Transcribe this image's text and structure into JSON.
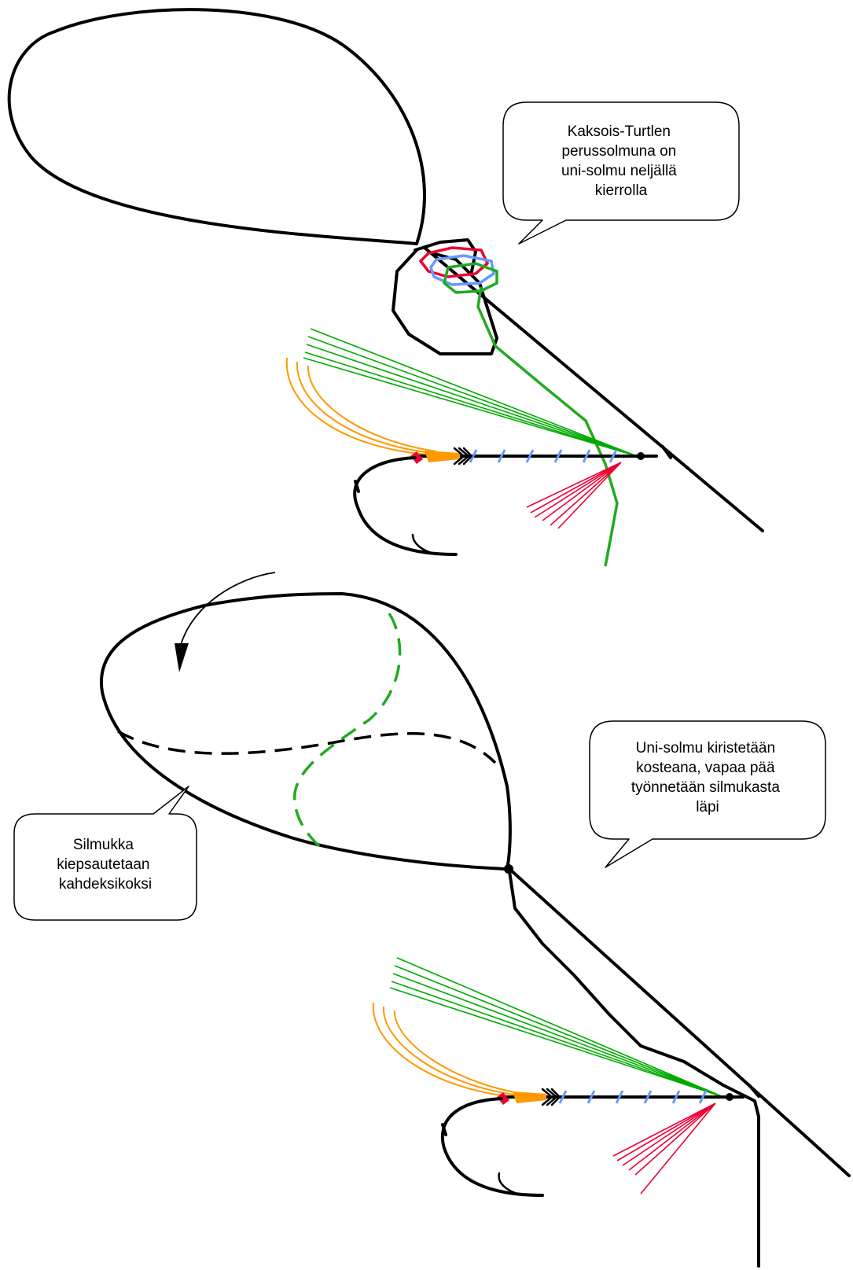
{
  "callouts": {
    "top": [
      "Kaksois-Turtlen",
      "perussolmuna on",
      "uni-solmu neljällä",
      "kierrolla"
    ],
    "right": [
      "Uni-solmu kiristetään",
      "kosteana, vapaa pää",
      "työnnetään silmukasta",
      "läpi"
    ],
    "left": [
      "Silmukka",
      "kiepsautetaan",
      "kahdeksikoksi"
    ]
  },
  "colors": {
    "line": "#000000",
    "tail": "#ff9900",
    "wing": "#00aa00",
    "hackle": "#ee0033",
    "rib": "#6699ff",
    "tip": "#ee0033",
    "wrap_red": "#ee0033",
    "wrap_blue": "#6699ff",
    "wrap_green": "#22aa22"
  }
}
